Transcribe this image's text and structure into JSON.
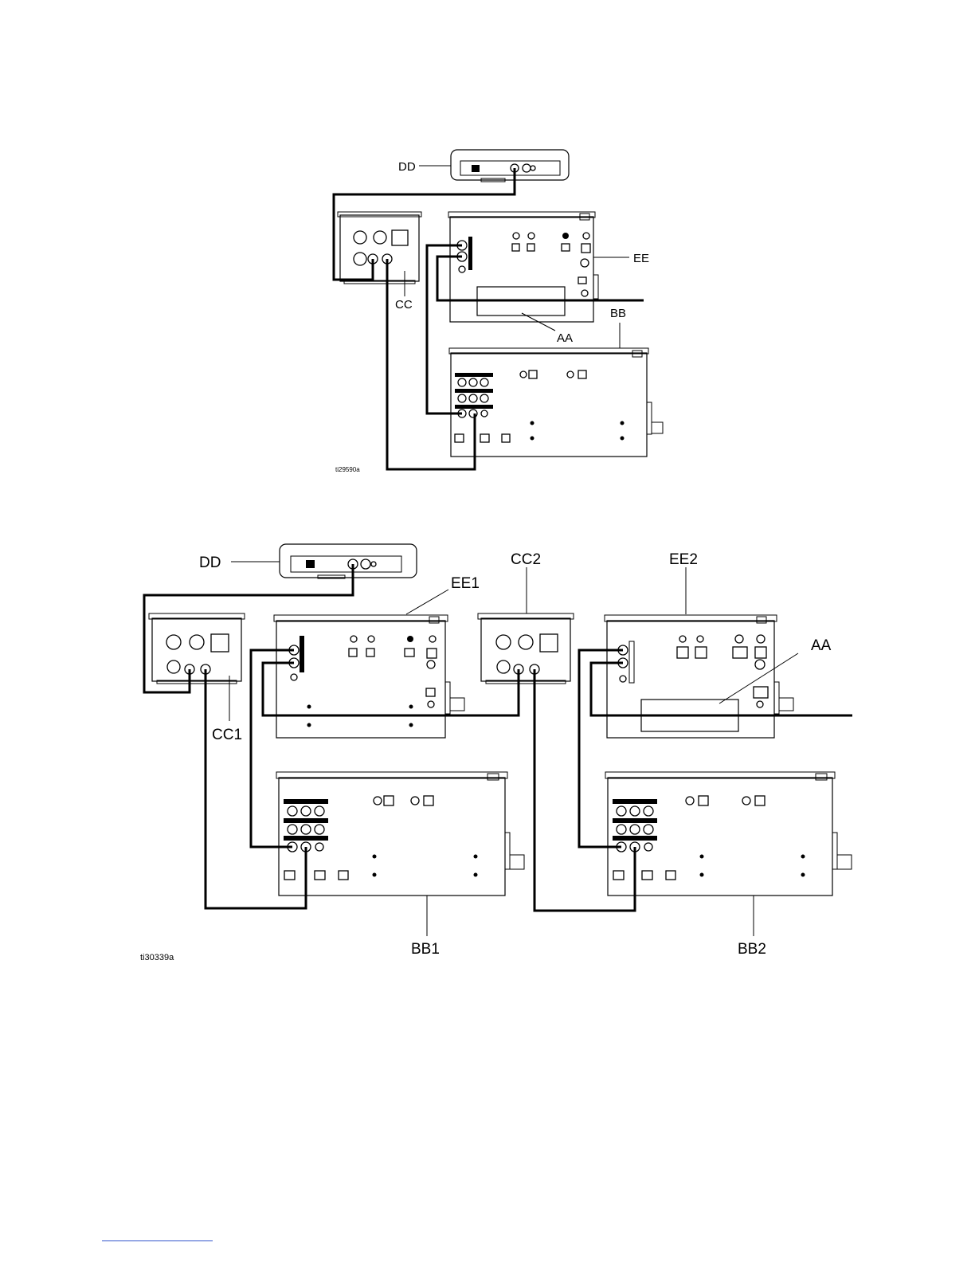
{
  "figure_top": {
    "labels": {
      "dd": "DD",
      "cc": "CC",
      "ee": "EE",
      "bb": "BB",
      "aa": "AA"
    },
    "figure_id": "ti29590a"
  },
  "figure_bottom": {
    "labels": {
      "dd": "DD",
      "cc1": "CC1",
      "cc2": "CC2",
      "ee1": "EE1",
      "ee2": "EE2",
      "aa": "AA",
      "bb1": "BB1",
      "bb2": "BB2"
    },
    "figure_id": "ti30339a"
  },
  "colors": {
    "line": "#000000",
    "background": "#ffffff",
    "footer_rule": "#3355cc"
  }
}
